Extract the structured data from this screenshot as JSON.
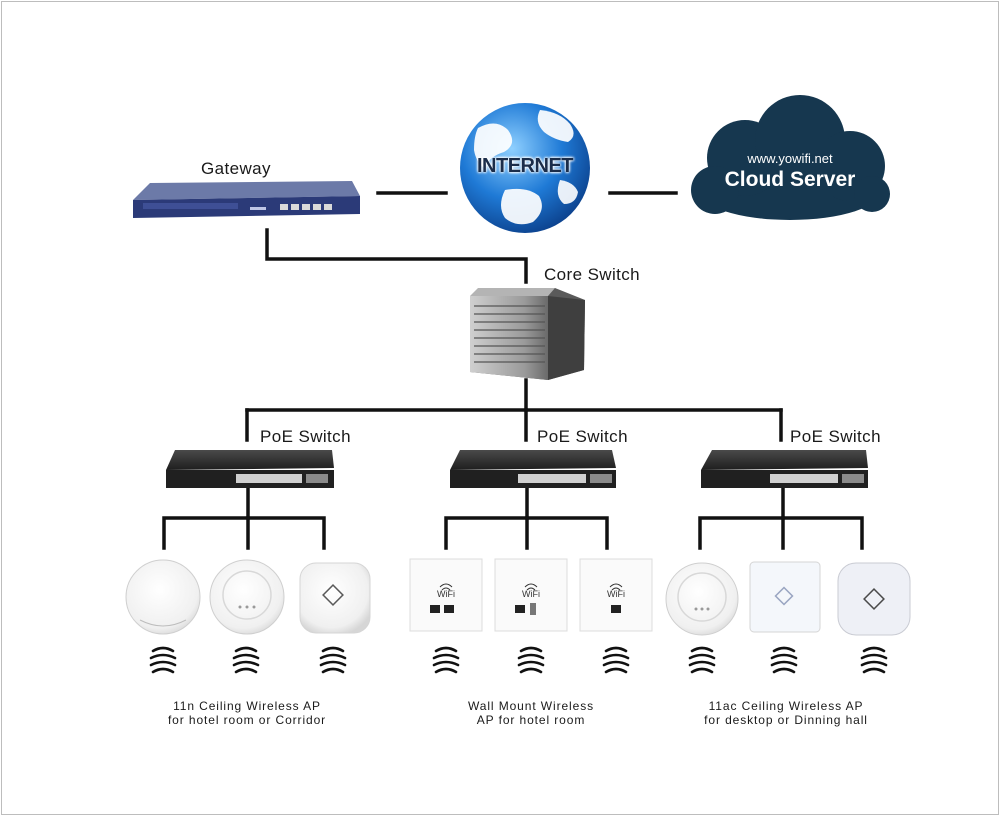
{
  "nodes": {
    "gateway": "Gateway",
    "internet": "INTERNET",
    "cloud_url": "www.yowifi.net",
    "cloud_name": "Cloud Server",
    "core_switch": "Core Switch",
    "poe_switch_left": "PoE Switch",
    "poe_switch_middle": "PoE Switch",
    "poe_switch_right": "PoE Switch",
    "wifi_plate_label": "WiFi"
  },
  "captions": {
    "left_line1": "11n Ceiling Wireless AP",
    "left_line2": "for hotel room or Corridor",
    "middle_line1": "Wall Mount Wireless",
    "middle_line2": "AP for hotel room",
    "right_line1": "11ac Ceiling Wireless AP",
    "right_line2": "for desktop or Dinning hall"
  },
  "colors": {
    "line": "#111111",
    "cloud": "#16374f",
    "globe_ocean": "#1d6fc4",
    "switch_body": "#2a2a2a",
    "gateway_body": "#2b3a78"
  }
}
